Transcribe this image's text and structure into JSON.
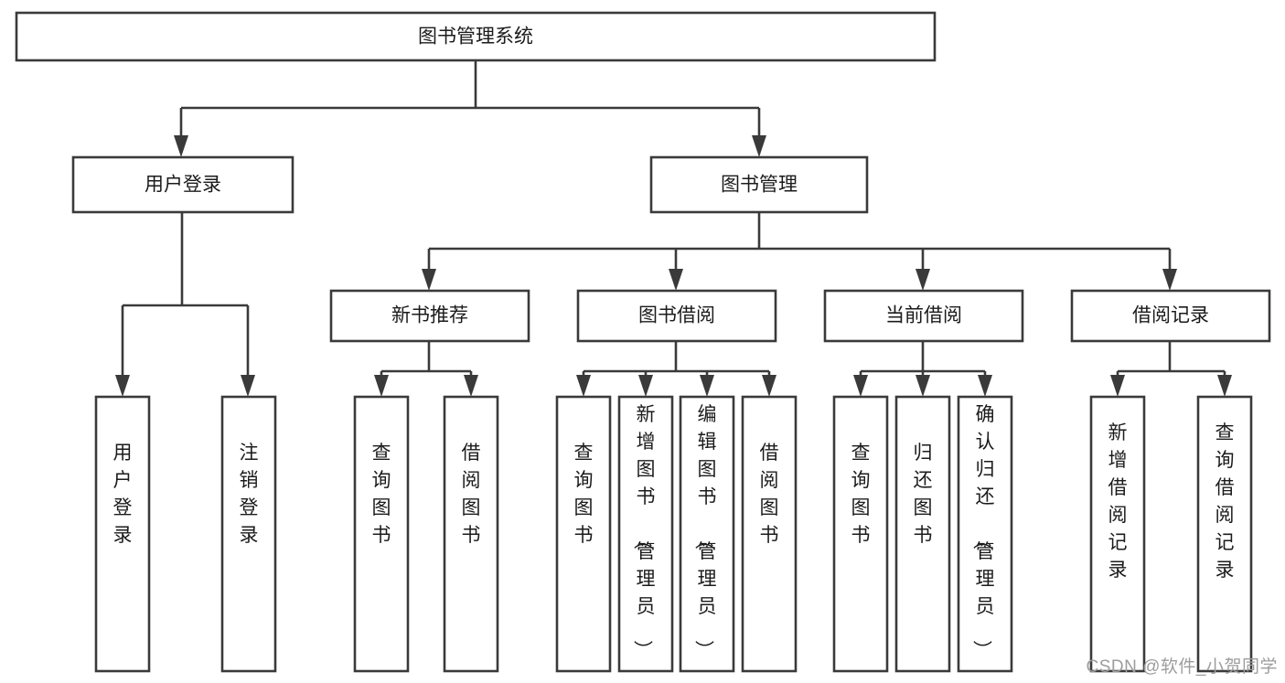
{
  "diagram": {
    "type": "tree",
    "title": "图书管理系统",
    "watermark": "CSDN @软件_小贺同学",
    "colors": {
      "box_stroke": "#3a3a3a",
      "box_fill": "#ffffff",
      "text": "#1b1b1b",
      "connector": "#3a3a3a",
      "watermark": "#9d9d9d",
      "background": "#ffffff"
    },
    "levels": {
      "level1": [
        {
          "id": "root",
          "label": "图书管理系统"
        }
      ],
      "level2": [
        {
          "id": "user-login",
          "label": "用户登录"
        },
        {
          "id": "book-management",
          "label": "图书管理"
        }
      ],
      "level3": [
        {
          "id": "new-book-recommend",
          "label": "新书推荐"
        },
        {
          "id": "book-borrow",
          "label": "图书借阅"
        },
        {
          "id": "current-borrow",
          "label": "当前借阅"
        },
        {
          "id": "borrow-record",
          "label": "借阅记录"
        }
      ],
      "level4": [
        {
          "id": "leaf-user-login",
          "label": "用户登录",
          "parent": "user-login"
        },
        {
          "id": "leaf-logout-login",
          "label": "注销登录",
          "parent": "user-login"
        },
        {
          "id": "leaf-query-book-1",
          "label": "查询图书",
          "parent": "new-book-recommend"
        },
        {
          "id": "leaf-borrow-book-1",
          "label": "借阅图书",
          "parent": "new-book-recommend"
        },
        {
          "id": "leaf-query-book-2",
          "label": "查询图书",
          "parent": "book-borrow"
        },
        {
          "id": "leaf-add-book",
          "label": "新增图书（管理员）",
          "parent": "book-borrow"
        },
        {
          "id": "leaf-edit-book",
          "label": "编辑图书（管理员）",
          "parent": "book-borrow"
        },
        {
          "id": "leaf-borrow-book-2",
          "label": "借阅图书",
          "parent": "book-borrow"
        },
        {
          "id": "leaf-query-book-3",
          "label": "查询图书",
          "parent": "current-borrow"
        },
        {
          "id": "leaf-return-book",
          "label": "归还图书",
          "parent": "current-borrow"
        },
        {
          "id": "leaf-confirm-return",
          "label": "确认归还（管理员）",
          "parent": "current-borrow"
        },
        {
          "id": "leaf-add-borrow-record",
          "label": "新增借阅记录",
          "parent": "borrow-record"
        },
        {
          "id": "leaf-query-borrow-record",
          "label": "查询借阅记录",
          "parent": "borrow-record"
        }
      ]
    }
  }
}
